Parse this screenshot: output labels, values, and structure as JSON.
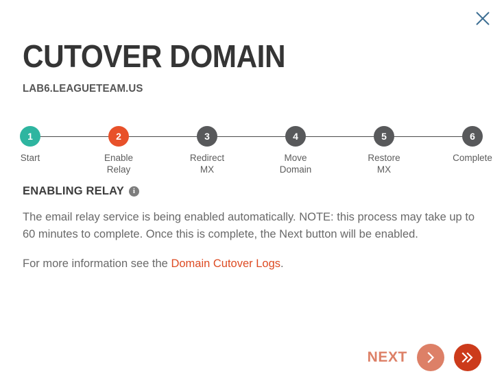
{
  "window": {
    "close_label": "Close",
    "close_icon": "close-icon",
    "close_color": "#3d6f93"
  },
  "header": {
    "title": "CUTOVER DOMAIN",
    "subtitle": "LAB6.LEAGUETEAM.US"
  },
  "stepper": {
    "colors": {
      "done": "#2eb5a0",
      "active": "#e8512a",
      "pending": "#58595b",
      "line": "#4a4a4a"
    },
    "steps": [
      {
        "number": "1",
        "label": "Start",
        "state": "done"
      },
      {
        "number": "2",
        "label": "Enable\nRelay",
        "state": "active"
      },
      {
        "number": "3",
        "label": "Redirect\nMX",
        "state": "pending"
      },
      {
        "number": "4",
        "label": "Move\nDomain",
        "state": "pending"
      },
      {
        "number": "5",
        "label": "Restore\nMX",
        "state": "pending"
      },
      {
        "number": "6",
        "label": "Complete",
        "state": "pending"
      }
    ]
  },
  "main": {
    "section_title": "ENABLING RELAY",
    "info_icon": "info-icon",
    "info_glyph": "i",
    "paragraph": "The email relay service is being enabled automatically. NOTE: this process may take up to 60 minutes to complete. Once this is complete, the Next button will be enabled.",
    "link_prefix": "For more information see the ",
    "link_text": "Domain Cutover Logs",
    "link_suffix": ".",
    "link_color": "#dd4b23"
  },
  "footer": {
    "next_label": "NEXT",
    "next_icon": "chevron-right-icon",
    "next_color": "#dd8067",
    "skip_icon": "chevron-double-right-icon",
    "skip_color": "#cc3b1b"
  }
}
